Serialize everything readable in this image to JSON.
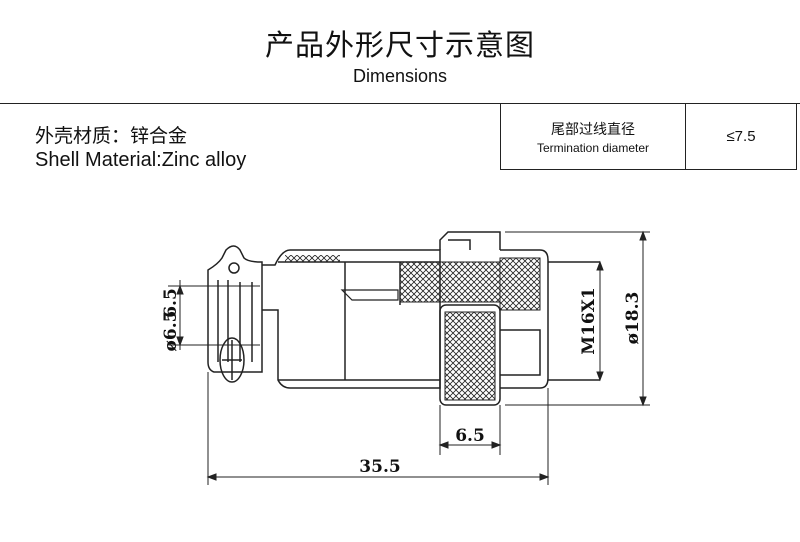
{
  "header": {
    "title_cn": "产品外形尺寸示意图",
    "title_en": "Dimensions"
  },
  "material": {
    "label_cn": "外壳材质：锌合金",
    "label_en": "Shell  Material:Zinc alloy"
  },
  "spec_table": {
    "label_cn": "尾部过线直径",
    "label_en": "Termination diameter",
    "value": "≤7.5"
  },
  "dimensions": {
    "inner_diameter_top": "6.5",
    "inner_diameter": "ø6.5",
    "thread": "M16X1",
    "outer_diameter": "ø18.3",
    "flange_width": "6.5",
    "total_length": "35.5"
  }
}
